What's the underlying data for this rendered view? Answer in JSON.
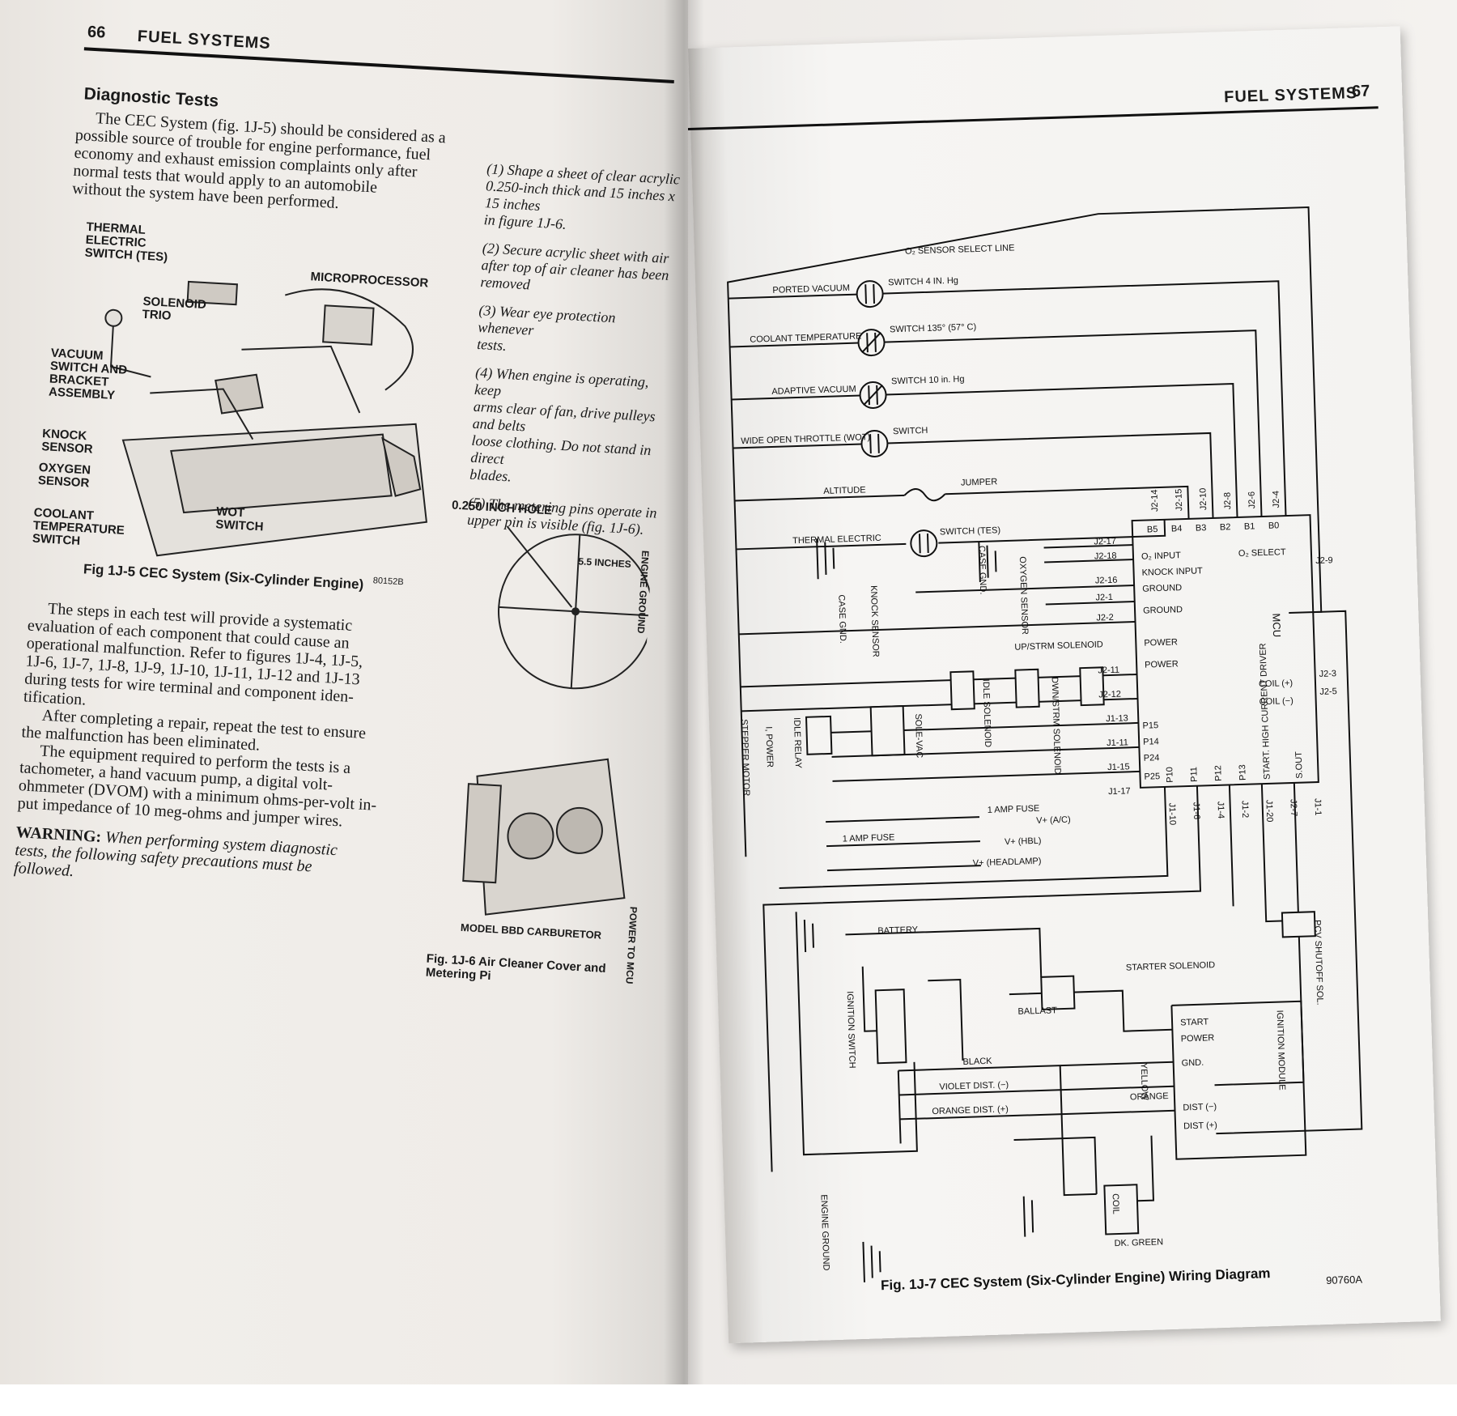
{
  "left_page": {
    "page_number": "66",
    "section_title": "FUEL SYSTEMS",
    "heading": "Diagnostic Tests",
    "intro_lines": [
      "The CEC System (fig. 1J-5) should be considered as a",
      "possible source of trouble for engine performance, fuel",
      "economy and exhaust emission complaints only after",
      "normal tests that would apply to an automobile",
      "without the system have been performed."
    ],
    "figure_labels": {
      "thermal": "THERMAL ELECTRIC SWITCH (TES)",
      "solenoid": "SOLENOID TRIO",
      "micro": "MICROPROCESSOR",
      "vacuum": "VACUUM SWITCH AND BRACKET ASSEMBLY",
      "knock": "KNOCK SENSOR",
      "oxygen": "OXYGEN SENSOR",
      "coolant": "COOLANT TEMPERATURE SWITCH",
      "wot": "WOT SWITCH",
      "fig_id": "80152B"
    },
    "figure_caption": "Fig 1J-5  CEC System (Six-Cylinder Engine)",
    "steps_lines": [
      "The steps in each test will provide a systematic",
      "evaluation of each component that could cause an",
      "operational malfunction. Refer to figures 1J-4, 1J-5,",
      "1J-6, 1J-7, 1J-8, 1J-9, 1J-10, 1J-11, 1J-12 and 1J-13",
      "during tests for wire terminal and component iden-",
      "tification."
    ],
    "repair_lines": [
      "After completing a repair, repeat the test to ensure",
      "the malfunction has been eliminated."
    ],
    "equipment_lines": [
      "The equipment required to perform the tests is a",
      "tachometer, a hand vacuum pump, a digital volt-",
      "ohmmeter (DVOM) with a minimum ohms-per-volt in-",
      "put impedance of 10 meg-ohms and jumper wires."
    ],
    "warning_label": "WARNING:",
    "warning_lines": [
      "When performing system diagnostic",
      "tests, the following safety precautions must be",
      "followed."
    ],
    "steps_numbered": [
      "(1) Shape a sheet of clear acrylic",
      "0.250-inch thick and 15 inches x 15 inches",
      "in figure 1J-6.",
      "(2) Secure acrylic sheet with air",
      "after top of air cleaner has been removed",
      "(3) Wear eye protection whenever",
      "tests.",
      "(4) When engine is operating, keep",
      "arms clear of fan, drive pulleys and belts",
      "loose clothing. Do not stand in direct",
      "blades.",
      "(5) The metering pins operate in",
      "upper pin is visible (fig. 1J-6)."
    ],
    "fig6_labels": {
      "hole": "0.250 INCH HOLE",
      "dim": "5.5 INCHES",
      "carb": "MODEL BBD CARBURETOR",
      "caption": "Fig. 1J-6  Air Cleaner Cover and Metering Pi"
    }
  },
  "right_page": {
    "section_title": "FUEL SYSTEMS",
    "page_number": "67",
    "wiring": {
      "select_line": "O₂ SENSOR SELECT LINE",
      "ported": "PORTED VACUUM",
      "switch4": "SWITCH 4 IN. Hg",
      "coolant": "COOLANT TEMPERATURE",
      "switch135": "SWITCH 135° (57° C)",
      "adaptive": "ADAPTIVE VACUUM",
      "switch10": "SWITCH 10 in. Hg",
      "wot": "WIDE OPEN THROTTLE (WOT)",
      "switch": "SWITCH",
      "altitude": "ALTITUDE",
      "jumper": "JUMPER",
      "thermal": "THERMAL ELECTRIC",
      "switch_tes": "SWITCH (TES)",
      "j2_top": [
        "J2-14",
        "J2-15",
        "J2-10",
        "J2-8",
        "J2-6",
        "J2-4"
      ],
      "b_pins": [
        "B5",
        "B4",
        "B3",
        "B2",
        "B1",
        "B0"
      ],
      "j2_left": [
        "J2-17",
        "J2-18",
        "J2-16",
        "J2-1",
        "J2-2",
        "J2-11",
        "J2-12"
      ],
      "mcu_left": [
        "O₂ INPUT",
        "KNOCK INPUT",
        "GROUND",
        "GROUND",
        "POWER",
        "POWER"
      ],
      "o2_select": "O₂ SELECT",
      "mcu": "MCU",
      "j2_9": "J2-9",
      "j2_3": "J2-3",
      "j2_5": "J2-5",
      "coil_pos": "COIL (+)",
      "coil_neg": "COIL (−)",
      "case_gnd": "CASE GND.",
      "knock_sensor": "KNOCK SENSOR",
      "case_gnd2": "CASE GND.",
      "oxygen_sensor": "OXYGEN SENSOR",
      "upstrm": "UP/STRM SOLENOID",
      "dwnstrm": "DWN/STRM SOLENOID",
      "idle_sol": "IDLE SOLENOID",
      "sole_vac": "SOLE-VAC",
      "idle_relay": "IDLE RELAY",
      "i_power": "I, POWER",
      "stepper": "STEPPER MOTOR",
      "j1_left": [
        "J1-13",
        "J1-11",
        "J1-15",
        "J1-17"
      ],
      "p_pins_left": [
        "P15",
        "P14",
        "P24",
        "P25"
      ],
      "p_pins_bottom": [
        "P10",
        "P11",
        "P12",
        "P13"
      ],
      "start_driver": "START. HIGH CURRENT DRIVER",
      "s_out": "S.OUT",
      "j1_bottom": [
        "J1-10",
        "J1-6",
        "J1-4",
        "J1-2",
        "J1-20",
        "J2-7",
        "J1-1"
      ],
      "amp_fuse1": "1 AMP FUSE",
      "amp_fuse2": "1 AMP FUSE",
      "v_ac": "V+ (A/C)",
      "v_hbl": "V+ (HBL)",
      "v_head": "V+ (HEADLAMP)",
      "battery": "BATTERY",
      "pcv": "PCV SHUTOFF SOL.",
      "starter": "STARTER SOLENOID",
      "ignition_switch": "IGNITION SWITCH",
      "ballast": "BALLAST",
      "start": "START",
      "power": "POWER",
      "gnd": "GND.",
      "dist_neg": "DIST (−)",
      "dist_pos": "DIST (+)",
      "ign_module": "IGNITION MODULE",
      "black": "BLACK",
      "violet": "VIOLET DIST. (−)",
      "orange_dist": "ORANGE DIST. (+)",
      "yellow": "YELLOW",
      "orange": "ORANGE",
      "engine_ground": "ENGINE GROUND",
      "coil": "COIL",
      "dk_green": "DK. GREEN",
      "engine_ground_side": "ENGINE GROUND",
      "power_to_mcu": "POWER TO MCU"
    },
    "figure_caption": "Fig. 1J-7  CEC System (Six-Cylinder Engine) Wiring Diagram",
    "fig_id": "90760A"
  }
}
